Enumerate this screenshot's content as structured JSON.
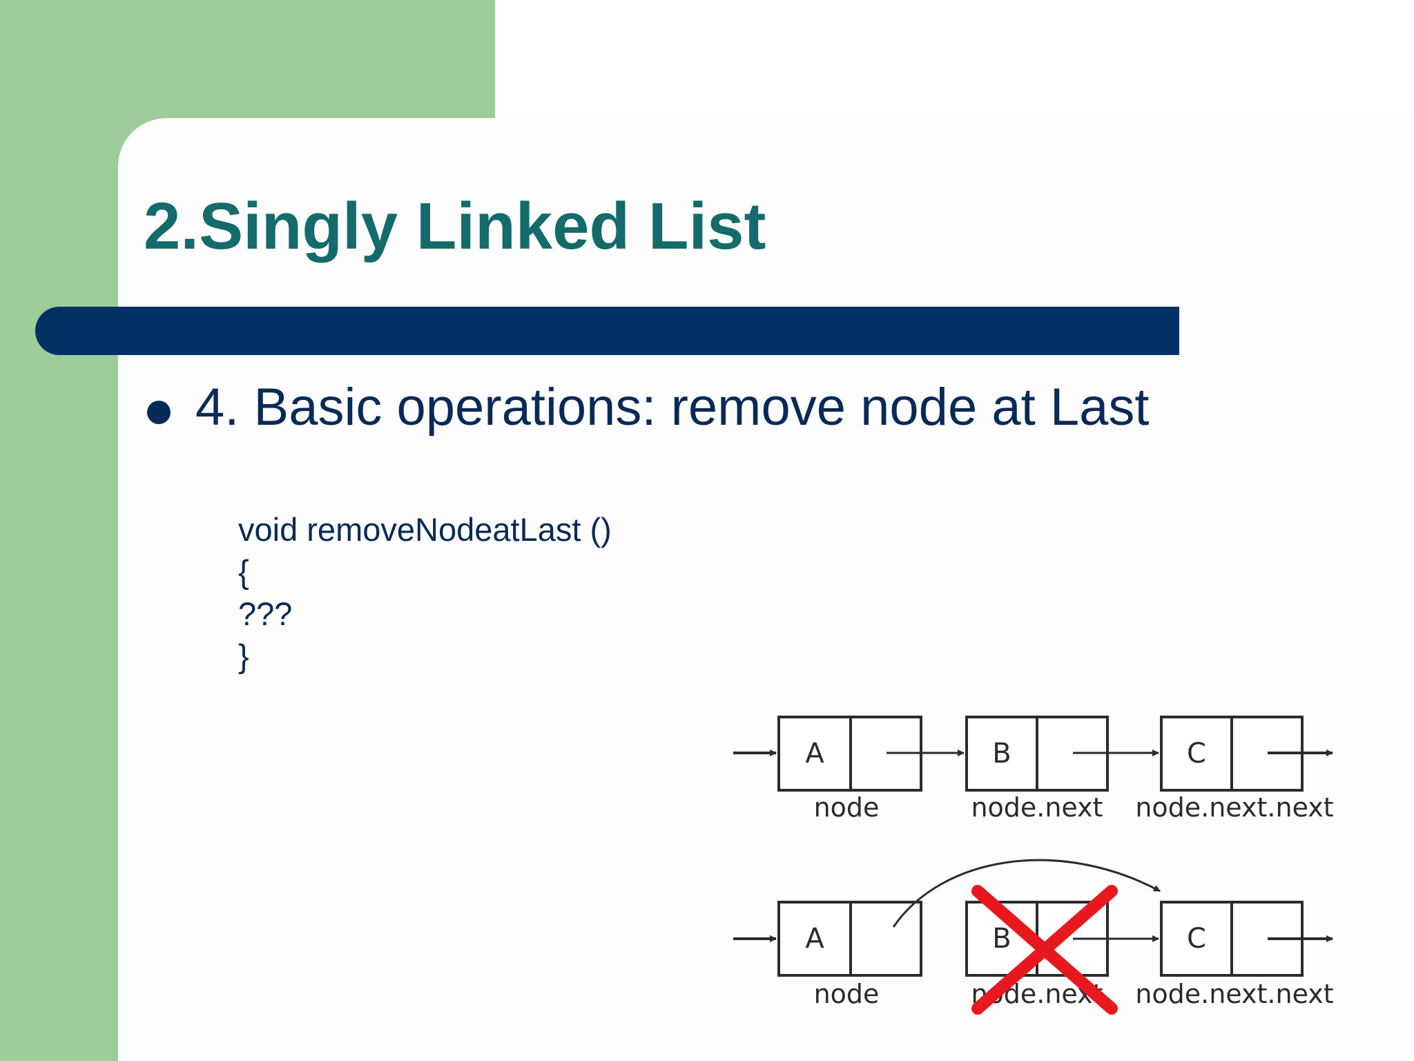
{
  "slide": {
    "title": "2.Singly Linked List",
    "bullet": "4. Basic operations: remove node at Last",
    "code": [
      "void removeNodeatLast ()",
      "{",
      "???",
      "}"
    ]
  },
  "diagram": {
    "top_row": {
      "nodes": [
        {
          "label": "A",
          "caption": "node"
        },
        {
          "label": "B",
          "caption": "node.next"
        },
        {
          "label": "C",
          "caption": "node.next.next"
        }
      ]
    },
    "bottom_row": {
      "nodes": [
        {
          "label": "A",
          "caption": "node"
        },
        {
          "label": "B",
          "caption": "node.next",
          "removed": true
        },
        {
          "label": "C",
          "caption": "node.next.next"
        }
      ]
    },
    "colors": {
      "stroke": "#2b2b2b",
      "cross": "#e8191e"
    }
  },
  "colors": {
    "green": "#9ccd9b",
    "title": "#146b6b",
    "bar": "#033163",
    "text": "#082a58"
  }
}
